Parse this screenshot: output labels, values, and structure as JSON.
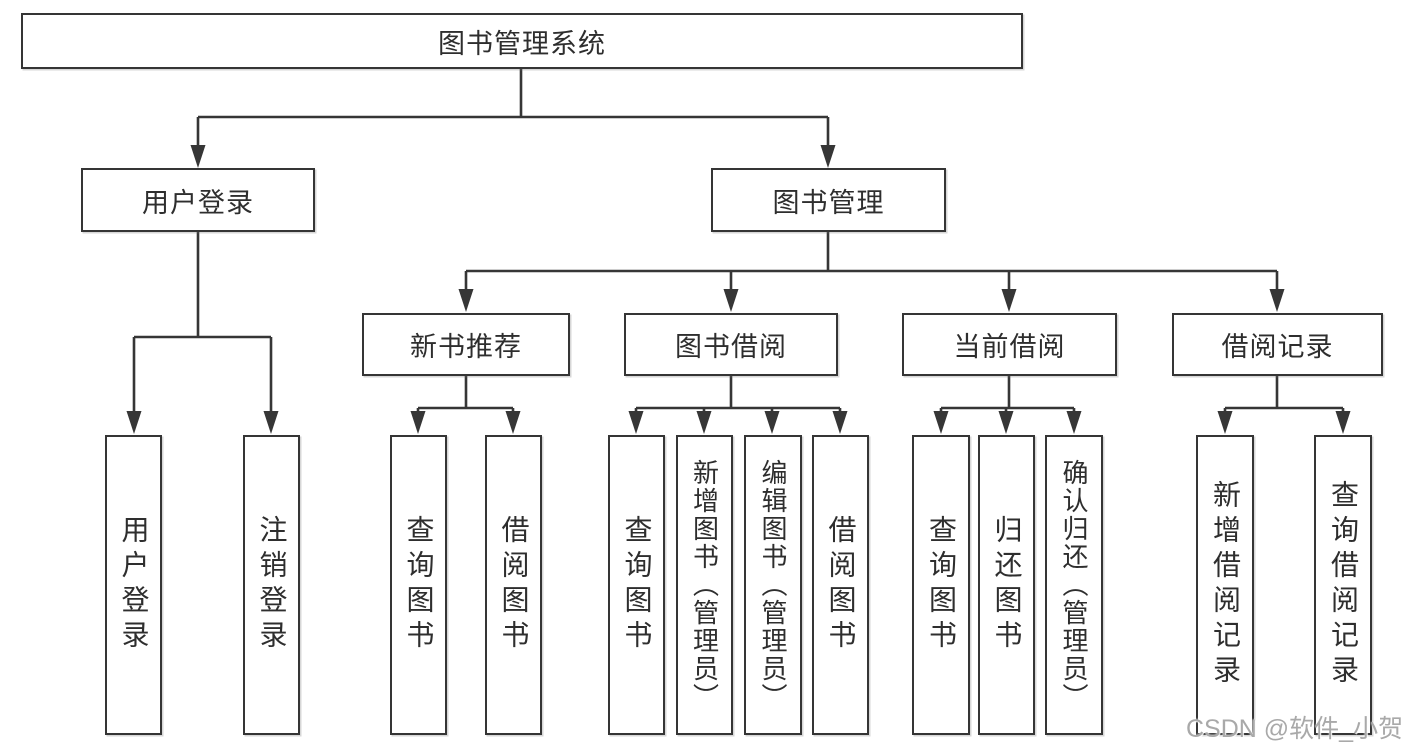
{
  "tree": {
    "root": {
      "label": "图书管理系统",
      "children": [
        {
          "label": "用户登录",
          "children": [
            {
              "label": "用户登录"
            },
            {
              "label": "注销登录"
            }
          ]
        },
        {
          "label": "图书管理",
          "children": [
            {
              "label": "新书推荐",
              "children": [
                {
                  "label": "查询图书"
                },
                {
                  "label": "借阅图书"
                }
              ]
            },
            {
              "label": "图书借阅",
              "children": [
                {
                  "label": "查询图书"
                },
                {
                  "label": "新增图书（管理员）"
                },
                {
                  "label": "编辑图书（管理员）"
                },
                {
                  "label": "借阅图书"
                }
              ]
            },
            {
              "label": "当前借阅",
              "children": [
                {
                  "label": "查询图书"
                },
                {
                  "label": "归还图书"
                },
                {
                  "label": "确认归还（管理员）"
                }
              ]
            },
            {
              "label": "借阅记录",
              "children": [
                {
                  "label": "新增借阅记录"
                },
                {
                  "label": "查询借阅记录"
                }
              ]
            }
          ]
        }
      ]
    }
  },
  "watermark": {
    "text": "CSDN @软件_小贺同学"
  },
  "colors": {
    "line": "#363636",
    "box_border": "#353535",
    "text": "#2e2e2e",
    "watermark": "#a9a9a9"
  }
}
